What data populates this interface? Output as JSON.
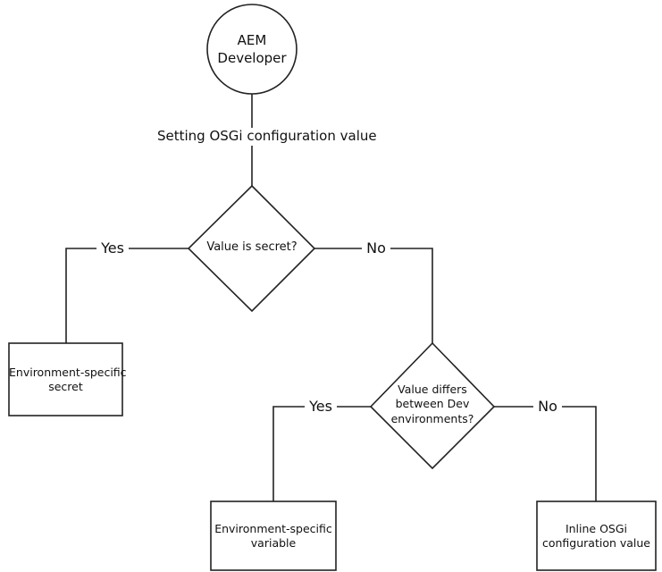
{
  "start": {
    "line1": "AEM",
    "line2": "Developer"
  },
  "title": "Setting OSGi configuration value",
  "decision1": {
    "text": "Value is secret?",
    "yes_label": "Yes",
    "no_label": "No"
  },
  "box_secret": {
    "line1": "Environment-specific",
    "line2": "secret"
  },
  "decision2": {
    "line1": "Value differs",
    "line2": "between Dev",
    "line3": "environments?",
    "yes_label": "Yes",
    "no_label": "No"
  },
  "box_variable": {
    "line1": "Environment-specific",
    "line2": "variable"
  },
  "box_inline": {
    "line1": "Inline OSGi",
    "line2": "configuration value"
  }
}
